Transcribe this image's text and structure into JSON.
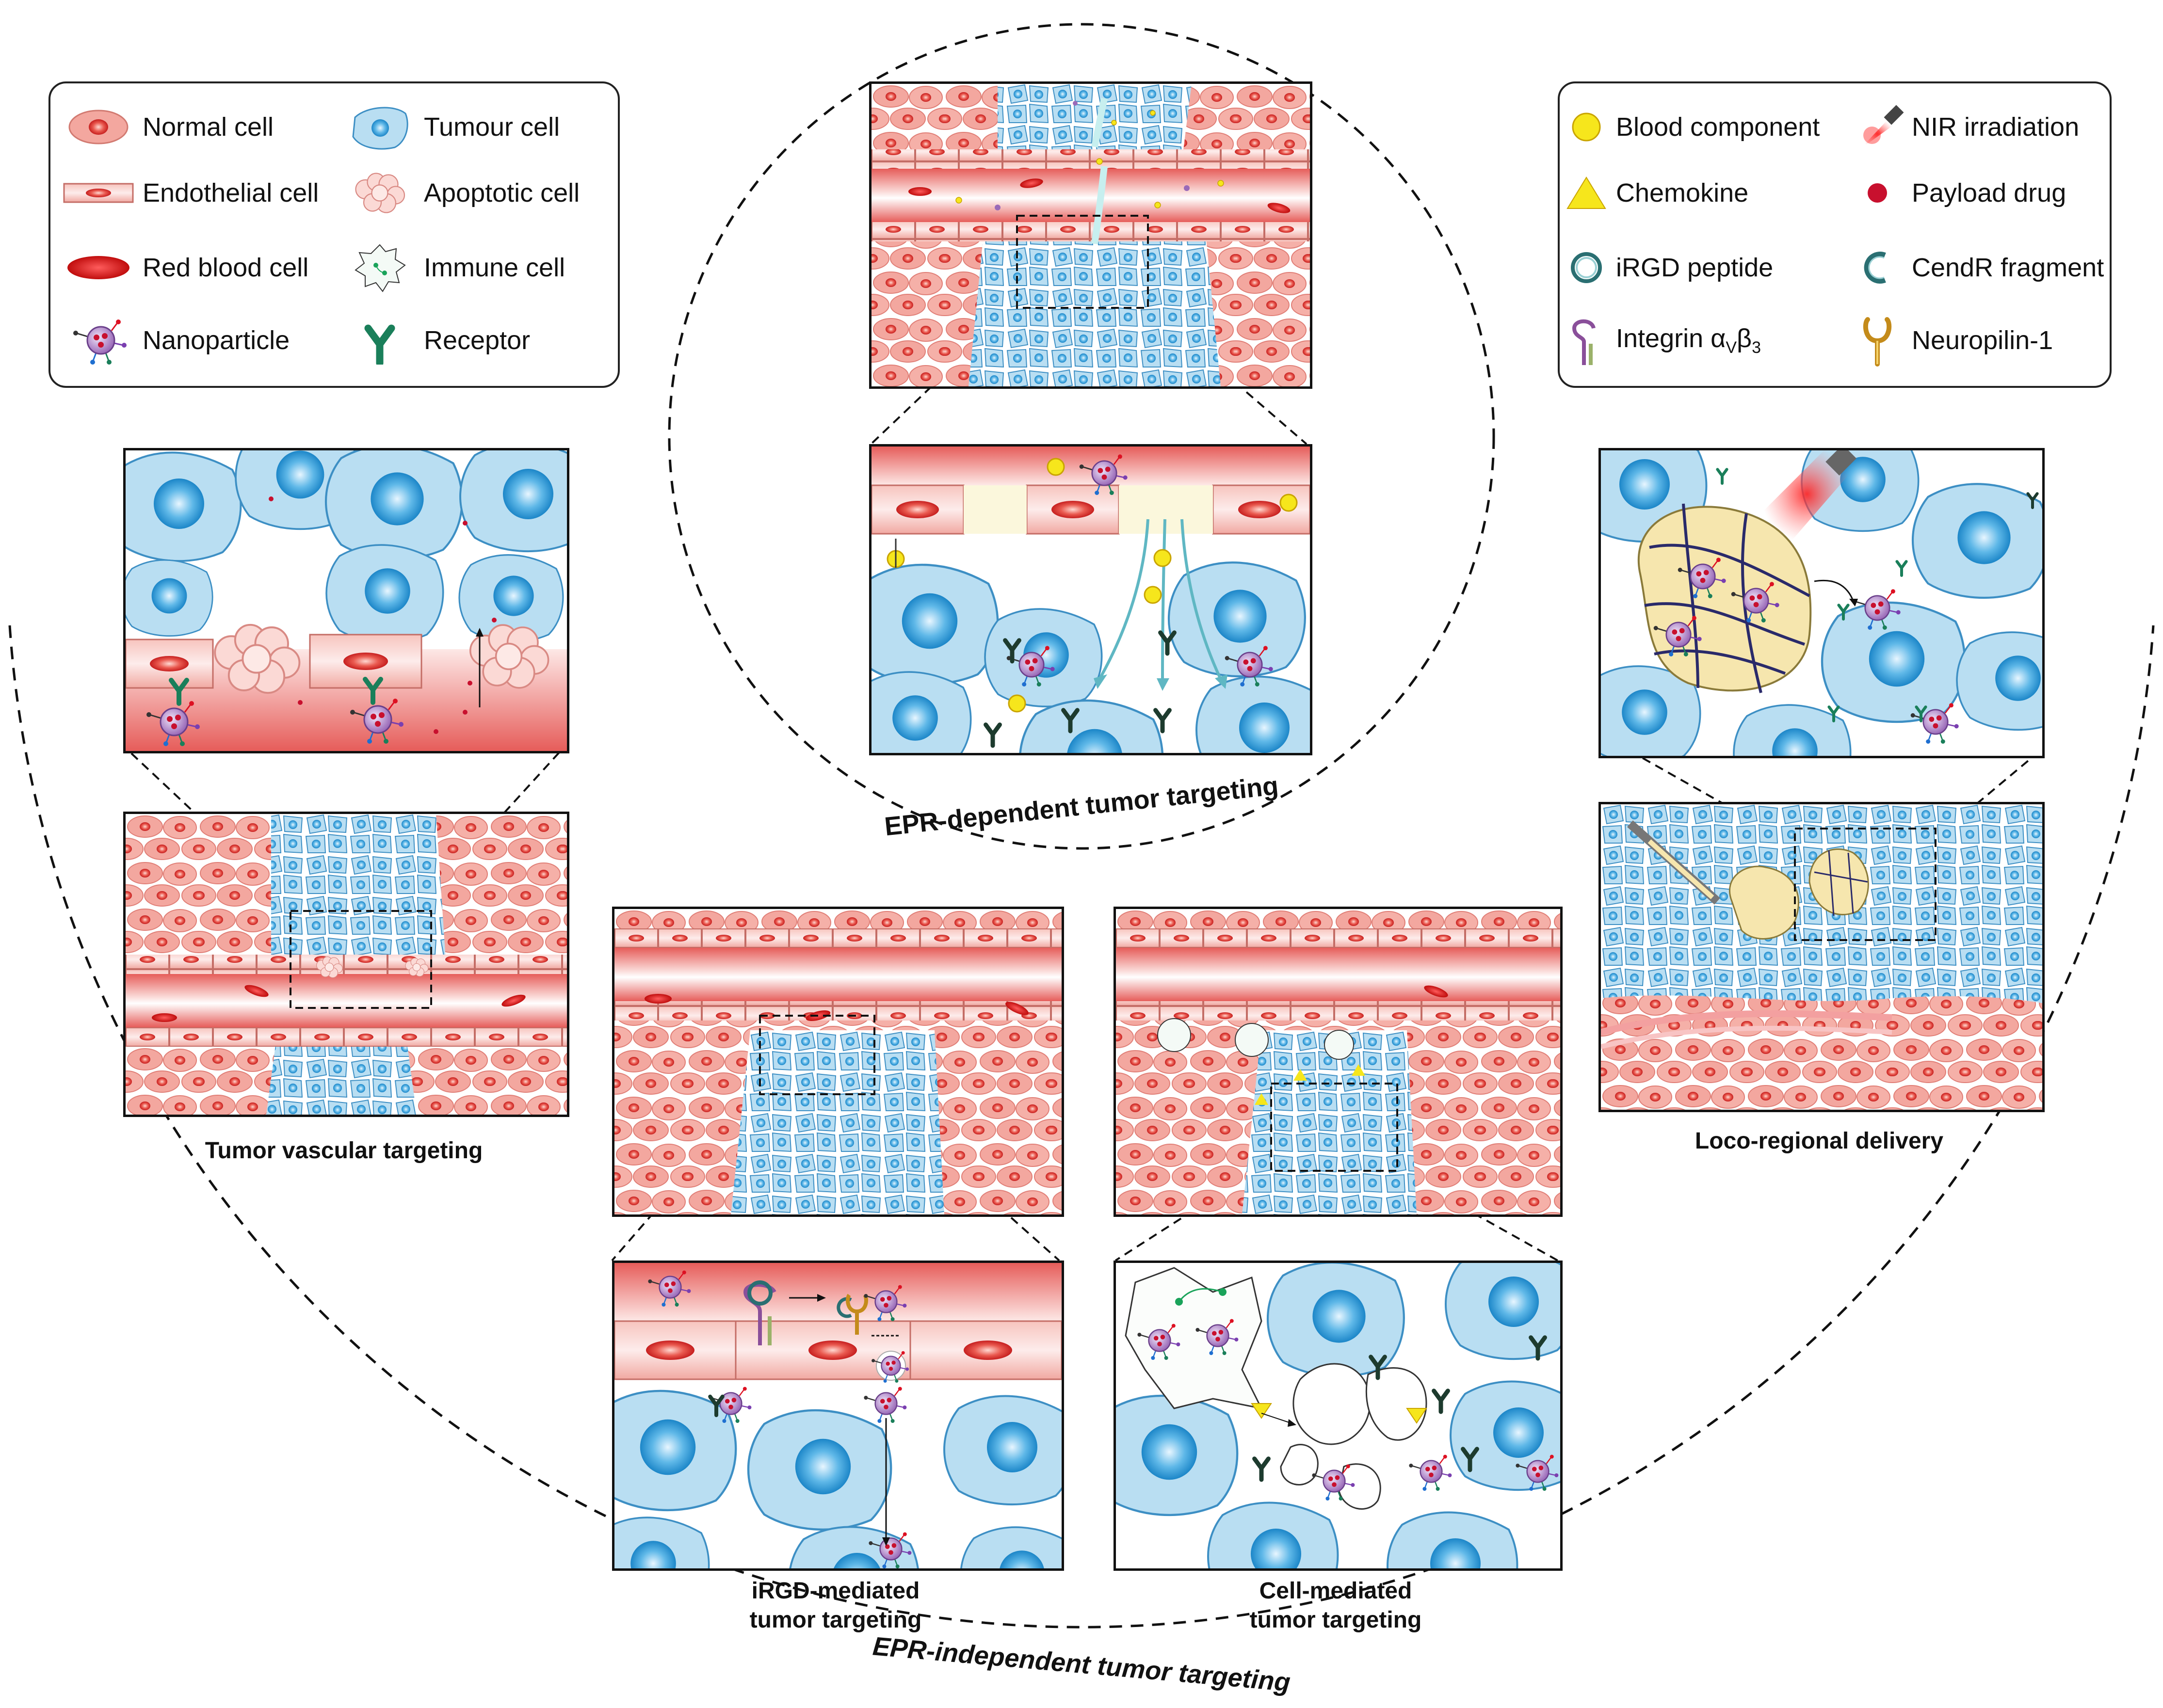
{
  "legend_left": [
    {
      "label": "Normal cell",
      "icon": "normal-cell-icon"
    },
    {
      "label": "Endothelial cell",
      "icon": "endothelial-cell-icon"
    },
    {
      "label": "Red blood cell",
      "icon": "red-blood-cell-icon"
    },
    {
      "label": "Nanoparticle",
      "icon": "nanoparticle-icon"
    },
    {
      "label": "Tumour cell",
      "icon": "tumour-cell-icon"
    },
    {
      "label": "Apoptotic cell",
      "icon": "apoptotic-cell-icon"
    },
    {
      "label": "Immune cell",
      "icon": "immune-cell-icon"
    },
    {
      "label": "Receptor",
      "icon": "receptor-icon"
    }
  ],
  "legend_right": [
    {
      "label": "Blood component",
      "icon": "blood-component-icon"
    },
    {
      "label": "Chemokine",
      "icon": "chemokine-icon"
    },
    {
      "label": "iRGD peptide",
      "icon": "irgd-peptide-icon"
    },
    {
      "label": "Integrin α",
      "sub": "V",
      "label2": "β",
      "sub2": "3",
      "icon": "integrin-icon"
    },
    {
      "label": "NIR irradiation",
      "icon": "nir-irradiation-icon"
    },
    {
      "label": "Payload drug",
      "icon": "payload-drug-icon"
    },
    {
      "label": "CendR fragment",
      "icon": "cendr-fragment-icon"
    },
    {
      "label": "Neuropilin-1",
      "icon": "neuropilin-icon"
    }
  ],
  "captions": {
    "vascular": "Tumor vascular targeting",
    "loco": "Loco-regional delivery",
    "irgd_line1": "iRGD-mediated",
    "irgd_line2": "tumor targeting",
    "cell_line1": "Cell-mediated",
    "cell_line2": "tumor targeting",
    "epr_dependent": "EPR-dependent tumor targeting",
    "epr_independent": "EPR-independent tumor targeting"
  },
  "colors": {
    "normal_cell": "#f3a79f",
    "normal_nucleus": "#e2403c",
    "tumour_cell": "#b9def2",
    "tumour_nucleus": "#2d9ad6",
    "vessel": "#e96a66",
    "rbc": "#d91c1c",
    "receptor": "#1a7f5a",
    "blood_component": "#f6e61c",
    "hydrogel": "#f6e6ae",
    "line": "#111111"
  }
}
